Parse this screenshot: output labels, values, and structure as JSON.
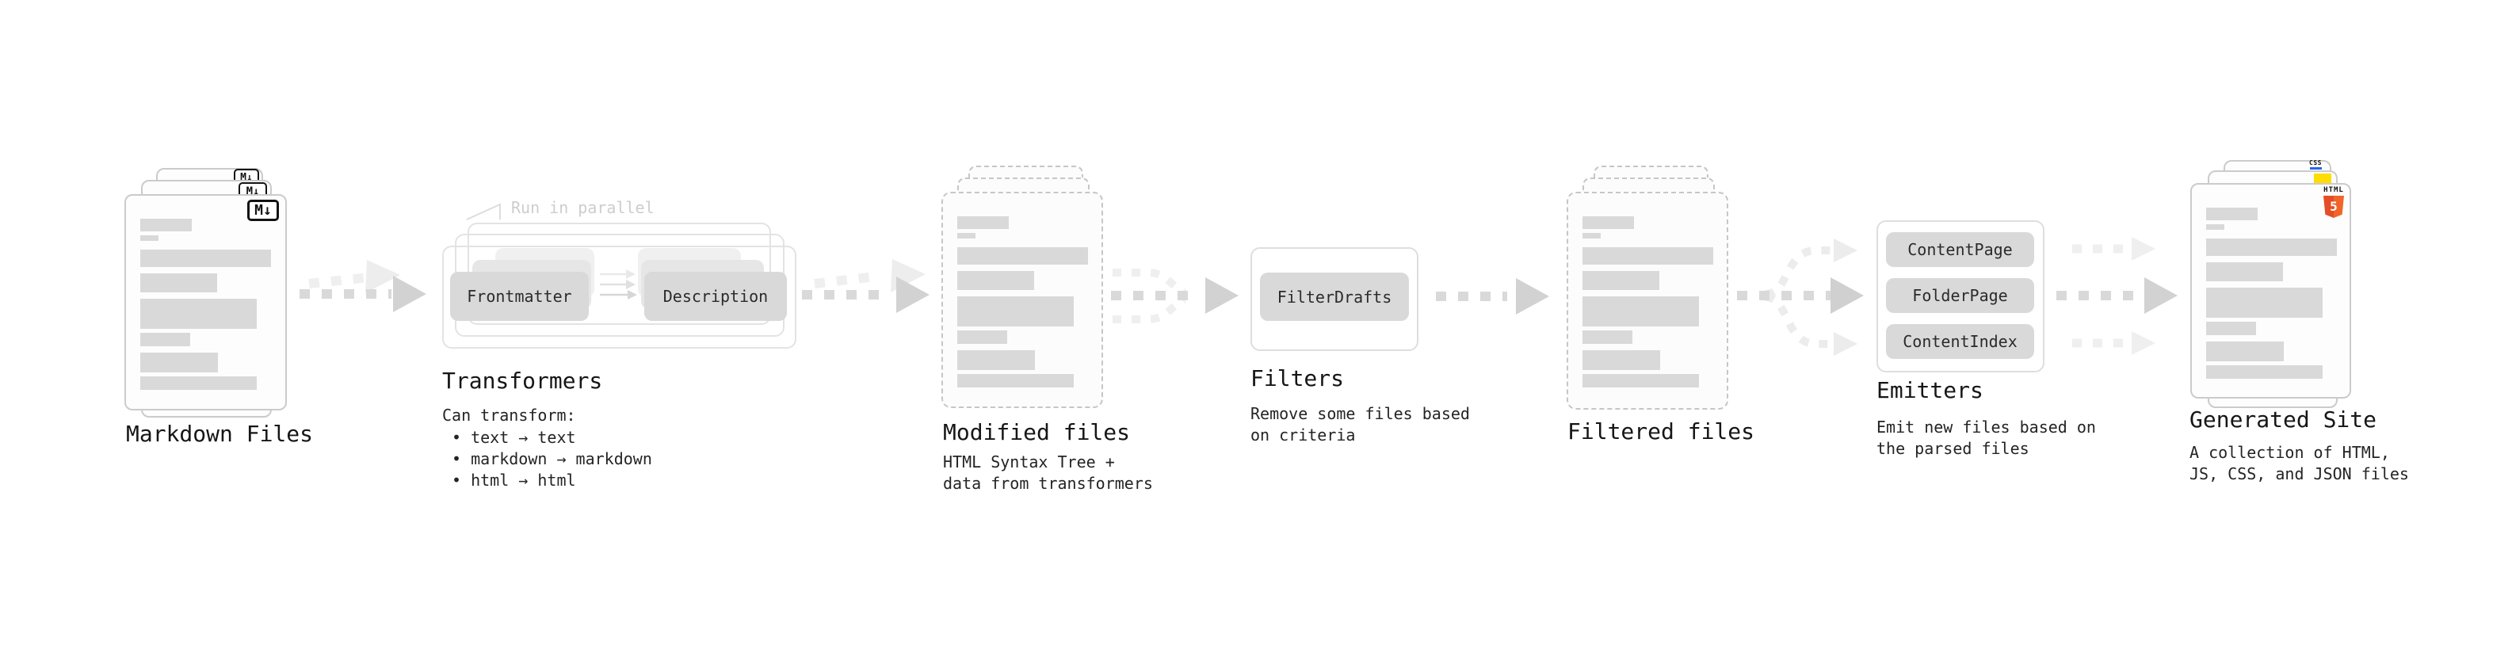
{
  "page": {
    "background": "#ffffff"
  },
  "annotations": {
    "run_in_parallel": "Run in parallel"
  },
  "stages": {
    "markdown_files": {
      "title": "Markdown Files",
      "badge": "M↓"
    },
    "transformers": {
      "title": "Transformers",
      "intro": "Can transform:",
      "bullets": [
        "• text → text",
        "• markdown → markdown",
        "• html → html"
      ],
      "pill_frontmatter": "Frontmatter",
      "pill_description": "Description"
    },
    "modified_files": {
      "title": "Modified files",
      "desc_line1": "HTML Syntax Tree +",
      "desc_line2": "data from transformers"
    },
    "filters": {
      "title": "Filters",
      "desc_line1": "Remove some files based",
      "desc_line2": "on criteria",
      "pill": "FilterDrafts"
    },
    "filtered_files": {
      "title": "Filtered files"
    },
    "emitters": {
      "title": "Emitters",
      "desc_line1": "Emit new files based on",
      "desc_line2": "the parsed files",
      "pills": [
        "ContentPage",
        "FolderPage",
        "ContentIndex"
      ]
    },
    "generated_site": {
      "title": "Generated Site",
      "desc_line1": "A collection of HTML,",
      "desc_line2": "JS, CSS, and JSON files",
      "html5_label": "HTML",
      "html5_digit": "5",
      "css_label": "CSS"
    }
  },
  "colors": {
    "background": "#ffffff",
    "card_border": "#cbcbcb",
    "dashed_border": "#c6c6c6",
    "content_bar": "#d9d9d9",
    "pill_fill": "#d9d9d9",
    "arrow_dark": "#d9d9d9",
    "arrow_light": "#efefef",
    "heading_text": "#161616",
    "faint_text": "#cdcdcd",
    "html5_orange": "#e44d26",
    "js_yellow": "#ffdd00",
    "css_blue": "#2965f1",
    "badge_black": "#121212"
  }
}
